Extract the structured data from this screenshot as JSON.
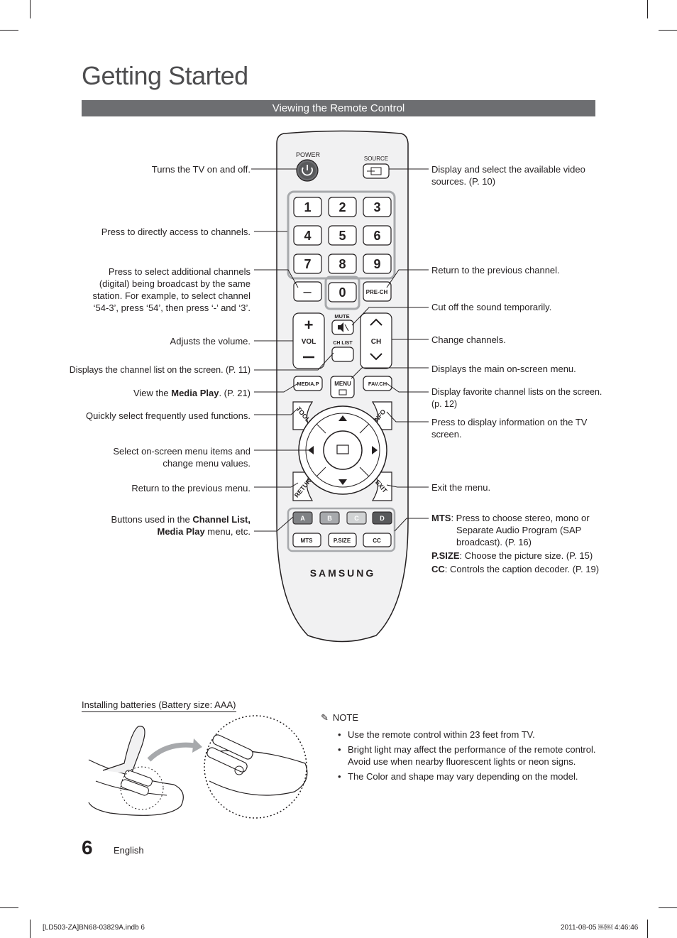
{
  "page": {
    "title": "Getting Started",
    "section": "Viewing the Remote Control",
    "page_number": "6",
    "language": "English",
    "footer_left": "[LD503-ZA]BN68-03829A.indb   6",
    "footer_right": "2011-08-05   ￼￼ 4:46:46"
  },
  "remote": {
    "power": "POWER",
    "source": "SOURCE",
    "digits": [
      "1",
      "2",
      "3",
      "4",
      "5",
      "6",
      "7",
      "8",
      "9",
      "0"
    ],
    "dash": "–",
    "prech": "PRE-CH",
    "mute": "MUTE",
    "vol": "VOL",
    "ch": "CH",
    "chlist": "CH LIST",
    "mediap": "MEDIA.P",
    "menu": "MENU",
    "favch": "FAV.CH",
    "tools": "TOOLS",
    "info": "INFO",
    "return": "RETURN",
    "exit": "EXIT",
    "colors": [
      "A",
      "B",
      "C",
      "D"
    ],
    "mts": "MTS",
    "psize": "P.SIZE",
    "cc": "CC",
    "brand": "SAMSUNG",
    "color_hex": {
      "A": "#808285",
      "B": "#a7a9ac",
      "C": "#d1d3d4",
      "D": "#58595b"
    }
  },
  "left_labels": {
    "power": "Turns the TV on and off.",
    "digits": "Press to directly access to channels.",
    "dash_1": "Press to select additional channels",
    "dash_2": "(digital) being broadcast by the same",
    "dash_3": "station. For example, to select channel",
    "dash_4": "‘54-3’, press ‘54’, then press ‘-’ and ‘3’.",
    "vol": "Adjusts the volume.",
    "chlist": "Displays the channel list on the screen. (P. 11)",
    "mediap_pre": "View the ",
    "mediap_bold": "Media Play",
    "mediap_post": ". (P. 21)",
    "tools": "Quickly select frequently used functions.",
    "arrows_1": "Select on-screen menu items and",
    "arrows_2": "change menu values.",
    "return": "Return to the previous menu.",
    "colors_pre": "Buttons used in the ",
    "colors_bold1": "Channel List,",
    "colors_bold2": "Media Play",
    "colors_post": " menu, etc."
  },
  "right_labels": {
    "source_1": "Display and select the available video",
    "source_2": "sources. (P. 10)",
    "prech": "Return to the previous channel.",
    "mute": "Cut off the sound temporarily.",
    "ch": "Change channels.",
    "menu": "Displays the main on-screen menu.",
    "favch_1": "Display favorite channel lists on the screen.",
    "favch_2": "(p. 12)",
    "info_1": "Press to display information on the TV",
    "info_2": "screen.",
    "exit": "Exit the menu.",
    "mts_key": "MTS",
    "mts_1": ": Press to choose stereo, mono or",
    "mts_2": "Separate Audio Program (SAP",
    "mts_3": "broadcast). (P. 16)",
    "psize_key": "P.SIZE",
    "psize_text": ": Choose the picture size. (P. 15)",
    "cc_key": "CC",
    "cc_text": ": Controls the caption decoder. (P. 19)"
  },
  "install": {
    "title_bold": "Installing batteries (",
    "title_normal": "Battery size: AAA",
    "title_close": ")"
  },
  "note": {
    "head": "NOTE",
    "items": [
      "Use the remote control within 23 feet from TV.",
      "Bright light may affect the performance of the remote control. Avoid use when nearby fluorescent lights or neon signs.",
      "The Color and shape may vary depending on the model."
    ]
  }
}
